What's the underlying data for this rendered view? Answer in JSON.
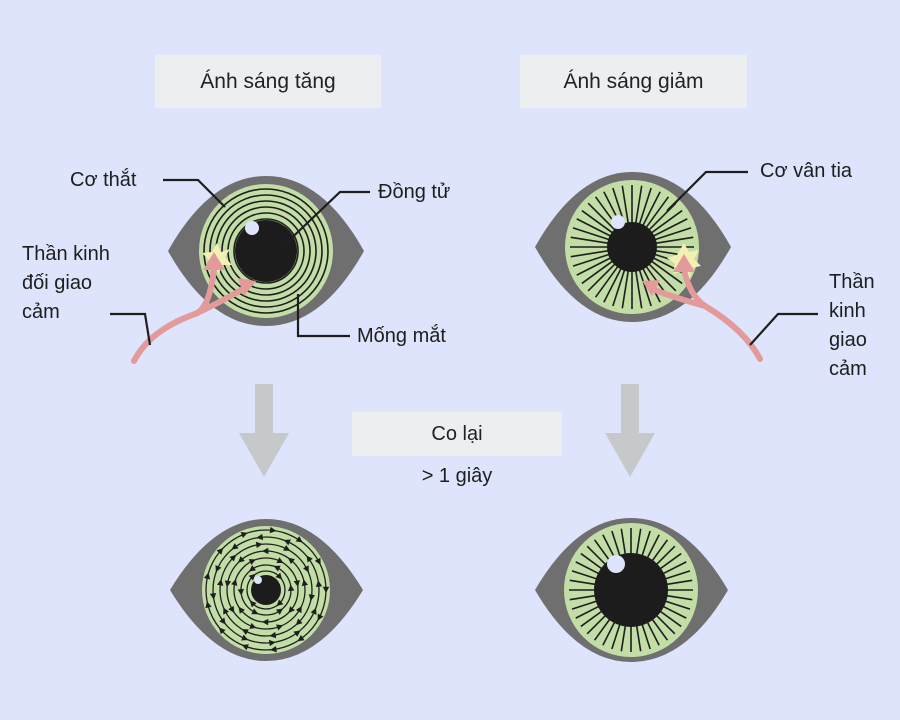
{
  "headers": {
    "left": "Ánh sáng tăng",
    "right": "Ánh sáng giảm"
  },
  "labels": {
    "sphincter": "Cơ thắt",
    "pupil": "Đồng tử",
    "iris": "Mống mắt",
    "parasympathetic": [
      "Thần kinh",
      "đối giao",
      "cảm"
    ],
    "dilator": "Cơ vân tia",
    "sympathetic": [
      "Thần",
      "kinh",
      "giao",
      "cảm"
    ]
  },
  "middle": {
    "box": "Co lại",
    "time": "> 1 giây"
  },
  "colors": {
    "background": "#dde4fb",
    "eye_white": "#6f6f6f",
    "iris": "#c2dda5",
    "iris_line": "#1e1e1e",
    "pupil": "#1c1c1c",
    "nerve": "#e39a9a",
    "spark": "#f4f0b4",
    "arrow": "#c6c8ca",
    "tag_bg": "#eceef0"
  }
}
